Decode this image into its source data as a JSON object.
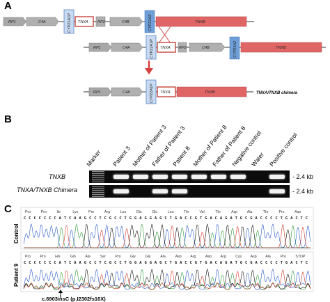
{
  "panels": {
    "a": "A",
    "b": "B",
    "c": "C"
  },
  "panel_a": {
    "top_row": [
      "RP1",
      "C4A",
      "CYP21A1P",
      "TNXA",
      "RP2",
      "C4B",
      "CYP21A2",
      "TNXB"
    ],
    "middle_row": [
      "RP1",
      "C4A",
      "CYP21A1P",
      "TNXA",
      "RP2",
      "C4B",
      "CYP21A2",
      "TNXB"
    ],
    "bottom_row": [
      "RP1",
      "C4A",
      "CYP21A1P",
      "TNXA",
      "TNXB"
    ],
    "chimera_label": "TNXA/TNXB chimera",
    "colors": {
      "gray_gene": "#a8a8a8",
      "blue_gene": "#6f9fd8",
      "red_gene": "#e06666",
      "tnxa_border": "#c0392b",
      "arrow": "#d64040"
    }
  },
  "panel_b": {
    "lanes": [
      "Marker",
      "Patient 3",
      "Mother of Patient 3",
      "Father of Patient 3",
      "Patient 8",
      "Mother of Patient 8",
      "Father of Patient 8",
      "Negative control",
      "Water",
      "Positive control"
    ],
    "rows": [
      {
        "label": "TNXB",
        "size": "- 2.4 kb",
        "bands": [
          true,
          true,
          true,
          true,
          true,
          true,
          true,
          true,
          false,
          true
        ]
      },
      {
        "label": "TNXA/TNXB Chimera",
        "size": "- 2.4 kb",
        "bands": [
          true,
          true,
          false,
          true,
          true,
          false,
          false,
          false,
          false,
          true
        ]
      }
    ]
  },
  "panel_c": {
    "control_label": "Control",
    "patient_label": "Patient 9",
    "control_aa": [
      "Pro",
      "Pro",
      "Ile",
      "Lys",
      "Pro",
      "Arg",
      "Leu",
      "Glu",
      "Glu",
      "Leu",
      "Thr",
      "Val",
      "Thr",
      "Asp",
      "Ala",
      "Thr",
      "Pro",
      "Asp"
    ],
    "control_seq": "CCCCCCCATCAAGCCTCGCCTGGAGGAGCTGACCGTGACAGATGCGACCCCTGACTC",
    "patient_aa": [
      "Pro",
      "Pro",
      "His",
      "Gln",
      "Ala",
      "Ser",
      "Pro",
      "Gly",
      "Gly",
      "Ala",
      "Asp",
      "Arg",
      "Asp",
      "Arg",
      "Cys",
      "Asp",
      "Ala",
      "Pro",
      "STOP"
    ],
    "patient_seq": "CCCCCCCATCAAGCCTCGCCTGGAGGAGCTGACCGTGACAGATGCGACCCCTGACTC",
    "mutation_label": "c.6903insC (p.I2302fs16X)"
  }
}
